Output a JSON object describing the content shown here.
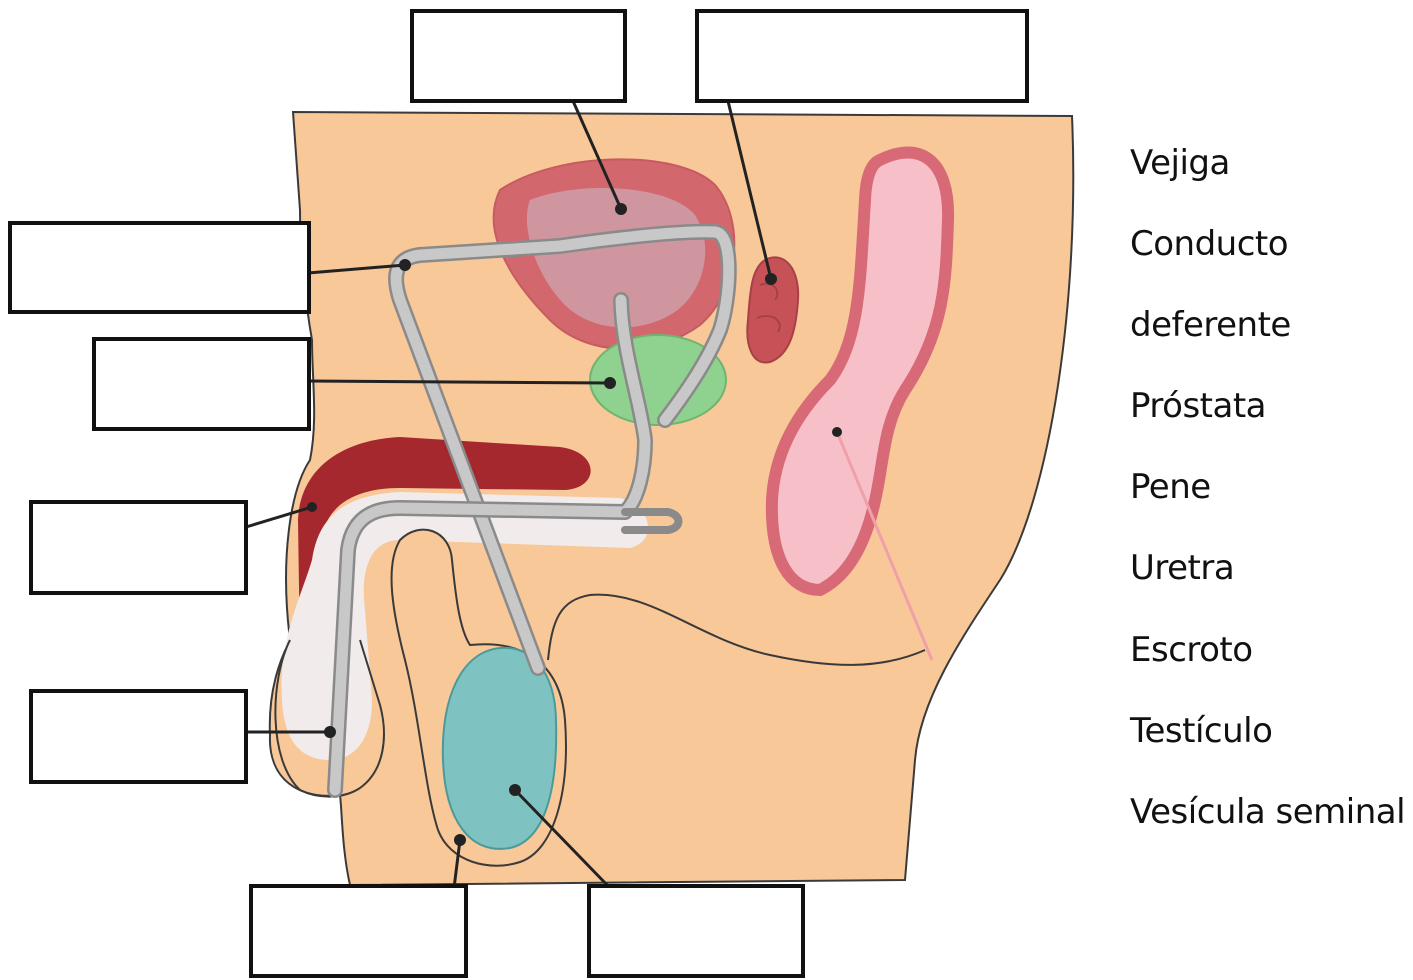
{
  "word_bank": {
    "items": [
      "Vejiga",
      "Conducto",
      "deferente",
      "Próstata",
      "Pene",
      "Uretra",
      "Escroto",
      "Testículo",
      "Vesícula seminal"
    ]
  },
  "colors": {
    "skin": "#f8c898",
    "bladder_wall": "#d2686e",
    "bladder_inner": "#d096a0",
    "prostate": "#8fd28f",
    "seminal_vesicle": "#c65258",
    "rectum_wall": "#d86a78",
    "rectum_inner": "#f7c0c8",
    "testicle": "#7fc2c2",
    "corpus": "#a5282e",
    "urethra_tube": "#c8c8c8",
    "urethra_outline": "#8a8a8a",
    "outline": "#3a3a3a",
    "box_border": "#111111"
  }
}
